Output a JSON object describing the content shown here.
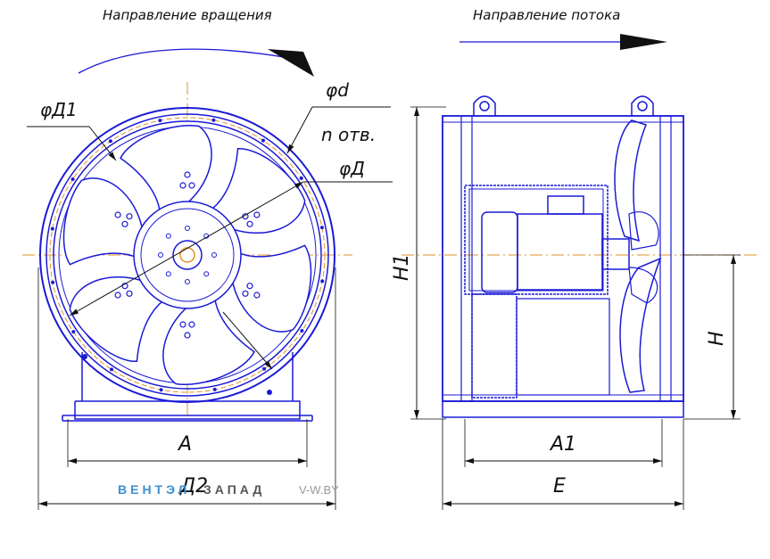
{
  "labels": {
    "rotation_direction": "Направление вращения",
    "flow_direction": "Направление потока",
    "phi_d1": "φД1",
    "phi_d": "φd",
    "n_holes": "n отв.",
    "phi_D": "φД",
    "dim_A": "А",
    "dim_D2": "Д2",
    "dim_H1": "Н1",
    "dim_H": "Н",
    "dim_A1": "А1",
    "dim_E": "Е"
  },
  "watermark": {
    "brand_blue": "ВЕНТЭЛ",
    "brand_gray": "ЗАПАД",
    "site": "V-W.BY"
  },
  "colors": {
    "outline": "#1a1ad6",
    "flange": "#e0902a",
    "dimension": "#111111",
    "brand_blue": "#3d8fd0",
    "brand_gray": "#555555",
    "site_gray": "#9a9a9a"
  }
}
